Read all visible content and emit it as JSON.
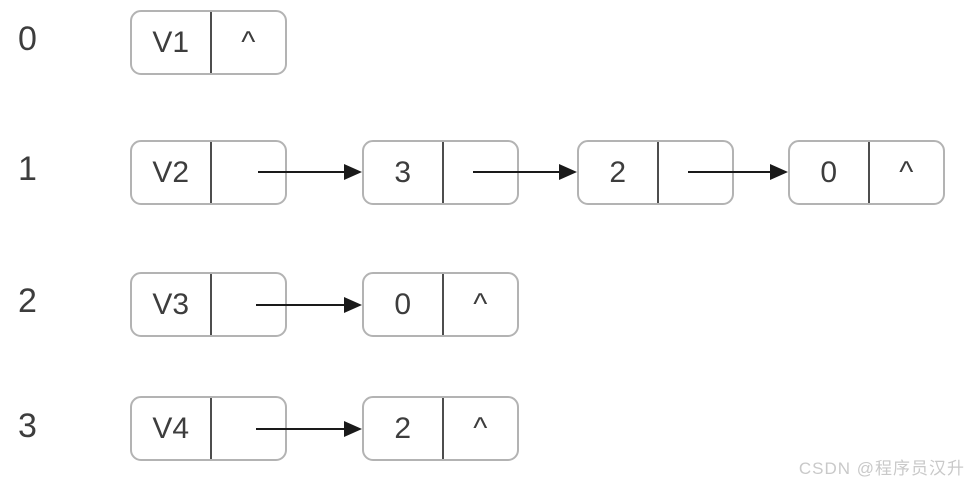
{
  "diagram": {
    "type": "adjacency-list-linked-list",
    "rows": [
      {
        "index": "0",
        "nodes": [
          {
            "data": "V1",
            "pointer": "^"
          }
        ]
      },
      {
        "index": "1",
        "nodes": [
          {
            "data": "V2",
            "pointer": ""
          },
          {
            "data": "3",
            "pointer": ""
          },
          {
            "data": "2",
            "pointer": ""
          },
          {
            "data": "0",
            "pointer": "^"
          }
        ]
      },
      {
        "index": "2",
        "nodes": [
          {
            "data": "V3",
            "pointer": ""
          },
          {
            "data": "0",
            "pointer": "^"
          }
        ]
      },
      {
        "index": "3",
        "nodes": [
          {
            "data": "V4",
            "pointer": ""
          },
          {
            "data": "2",
            "pointer": "^"
          }
        ]
      }
    ],
    "null_terminator_symbol": "^",
    "watermark": "CSDN @程序员汉升",
    "colors": {
      "background": "#ffffff",
      "box_border": "#b3b3b3",
      "cell_divider": "#4d4d4d",
      "text": "#3d3d3d",
      "arrow": "#1a1a1a",
      "watermark": "#c9c9c9"
    }
  }
}
